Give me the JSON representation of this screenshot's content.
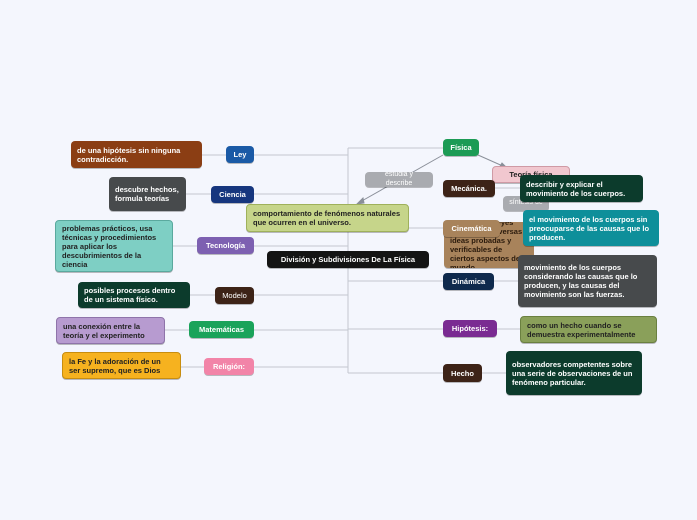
{
  "root": {
    "label": "División y Subdivisiones De La Física"
  },
  "center_phrase": {
    "label": "comportamiento de fenómenos naturales que ocurren en el universo."
  },
  "connectors": {
    "estudia": "estudia y describe",
    "sintesis": "síntesis de"
  },
  "left_branches": [
    {
      "key": "ley",
      "label": "Ley",
      "color": "#1a5aa6",
      "desc": "de una hipótesis sin ninguna contradicción.",
      "desc_color": "#8b3e14"
    },
    {
      "key": "ciencia",
      "label": "Ciencia",
      "color": "#16367e",
      "desc": "descubre hechos, formula teorías",
      "desc_color": "#474a4c"
    },
    {
      "key": "tecnologia",
      "label": "Tecnología",
      "color": "#7d60b1",
      "desc": "problemas prácticos, usa técnicas y procedimientos para aplicar los descubrimientos de la ciencia",
      "desc_color": "#7ecfc4"
    },
    {
      "key": "modelo",
      "label": "Modelo",
      "color": "#3d2317",
      "desc": "posibles procesos dentro de un sistema físico.",
      "desc_color": "#0c3b2c"
    },
    {
      "key": "matematicas",
      "label": "Matemáticas",
      "color": "#1aa35a",
      "desc": "una conexión entre la teoría y el experimento",
      "desc_color": "#b79bd0"
    },
    {
      "key": "religion",
      "label": "Religión:",
      "color": "#f284a8",
      "desc": "la Fe y la adoración de un ser supremo, que es Dios",
      "desc_color": "#f6b21f"
    }
  ],
  "right_branches": {
    "fisica": {
      "label": "Física",
      "color": "#1c9b55"
    },
    "teoria": {
      "label": "Teoría física",
      "color": "#f1c7cf"
    },
    "mecanica": {
      "label": "Mecánica.",
      "color": "#3d2317",
      "desc": "describir y explicar el movimiento de los cuerpos."
    },
    "cinematica": {
      "label": "Cinemática",
      "color": "#a8835b",
      "desc": "el movimiento de los cuerpos sin preocuparse de las causas que lo producen."
    },
    "teoria_desc": {
      "label": "conjunto de leyes que abarca diversas ideas probadas y verificables de ciertos aspectos del mundo"
    },
    "dinamica": {
      "label": "Dinámica",
      "color": "#0f2a4d",
      "desc": "movimiento de los cuerpos considerando las causas que lo producen, y las causas del movimiento son las fuerzas."
    },
    "hipotesis": {
      "label": "Hipótesis:",
      "color": "#7a2b92",
      "desc": "como un hecho cuando se demuestra experimentalmente"
    },
    "hecho": {
      "label": "Hecho",
      "color": "#3d2317",
      "desc": "observadores competentes sobre una serie de observaciones de un fenómeno particular."
    }
  }
}
